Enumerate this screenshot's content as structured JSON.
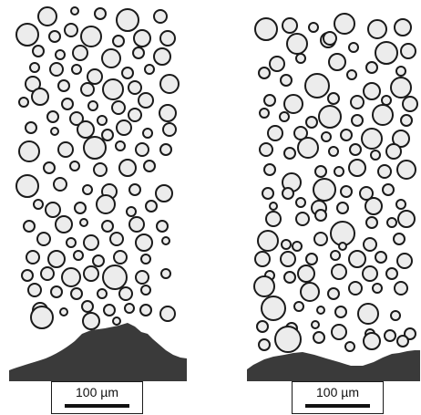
{
  "panels": [
    {
      "id": "left",
      "scale_bar_label": "100 µm"
    },
    {
      "id": "right",
      "scale_bar_label": "100 µm"
    }
  ],
  "colors": {
    "particle_fill": "#ececec",
    "particle_stroke": "#1a1a1a",
    "deposit_fill": "#3a3a3a",
    "background": "#ffffff"
  }
}
